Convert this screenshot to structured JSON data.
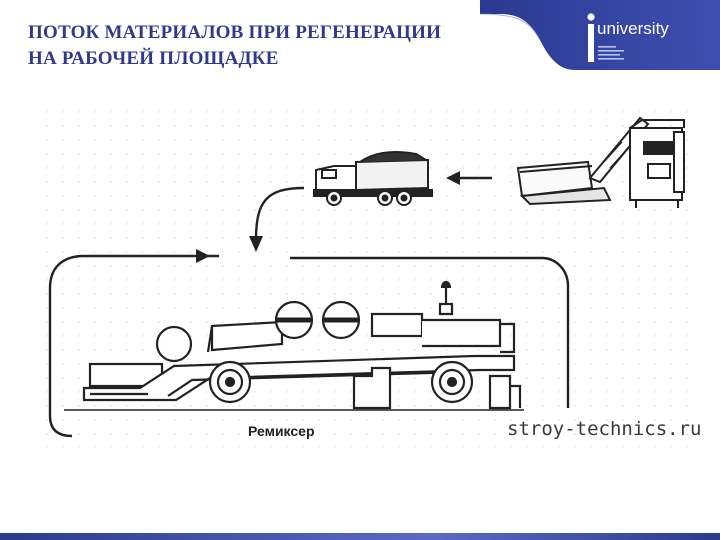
{
  "slide": {
    "title_line1": "ПОТОК МАТЕРИАЛОВ ПРИ РЕГЕНЕРАЦИИ",
    "title_line2": "НА РАБОЧЕЙ ПЛОЩАДКЕ"
  },
  "brand": {
    "word": "university",
    "icon": "university-logo-icon"
  },
  "diagram": {
    "caption": "Ремиксер",
    "watermark": "stroy-technics.ru"
  },
  "colors": {
    "title": "#2f3a8f",
    "brand_panel": "#2c3a8c",
    "bottom_bar": "#2c3a8c"
  }
}
